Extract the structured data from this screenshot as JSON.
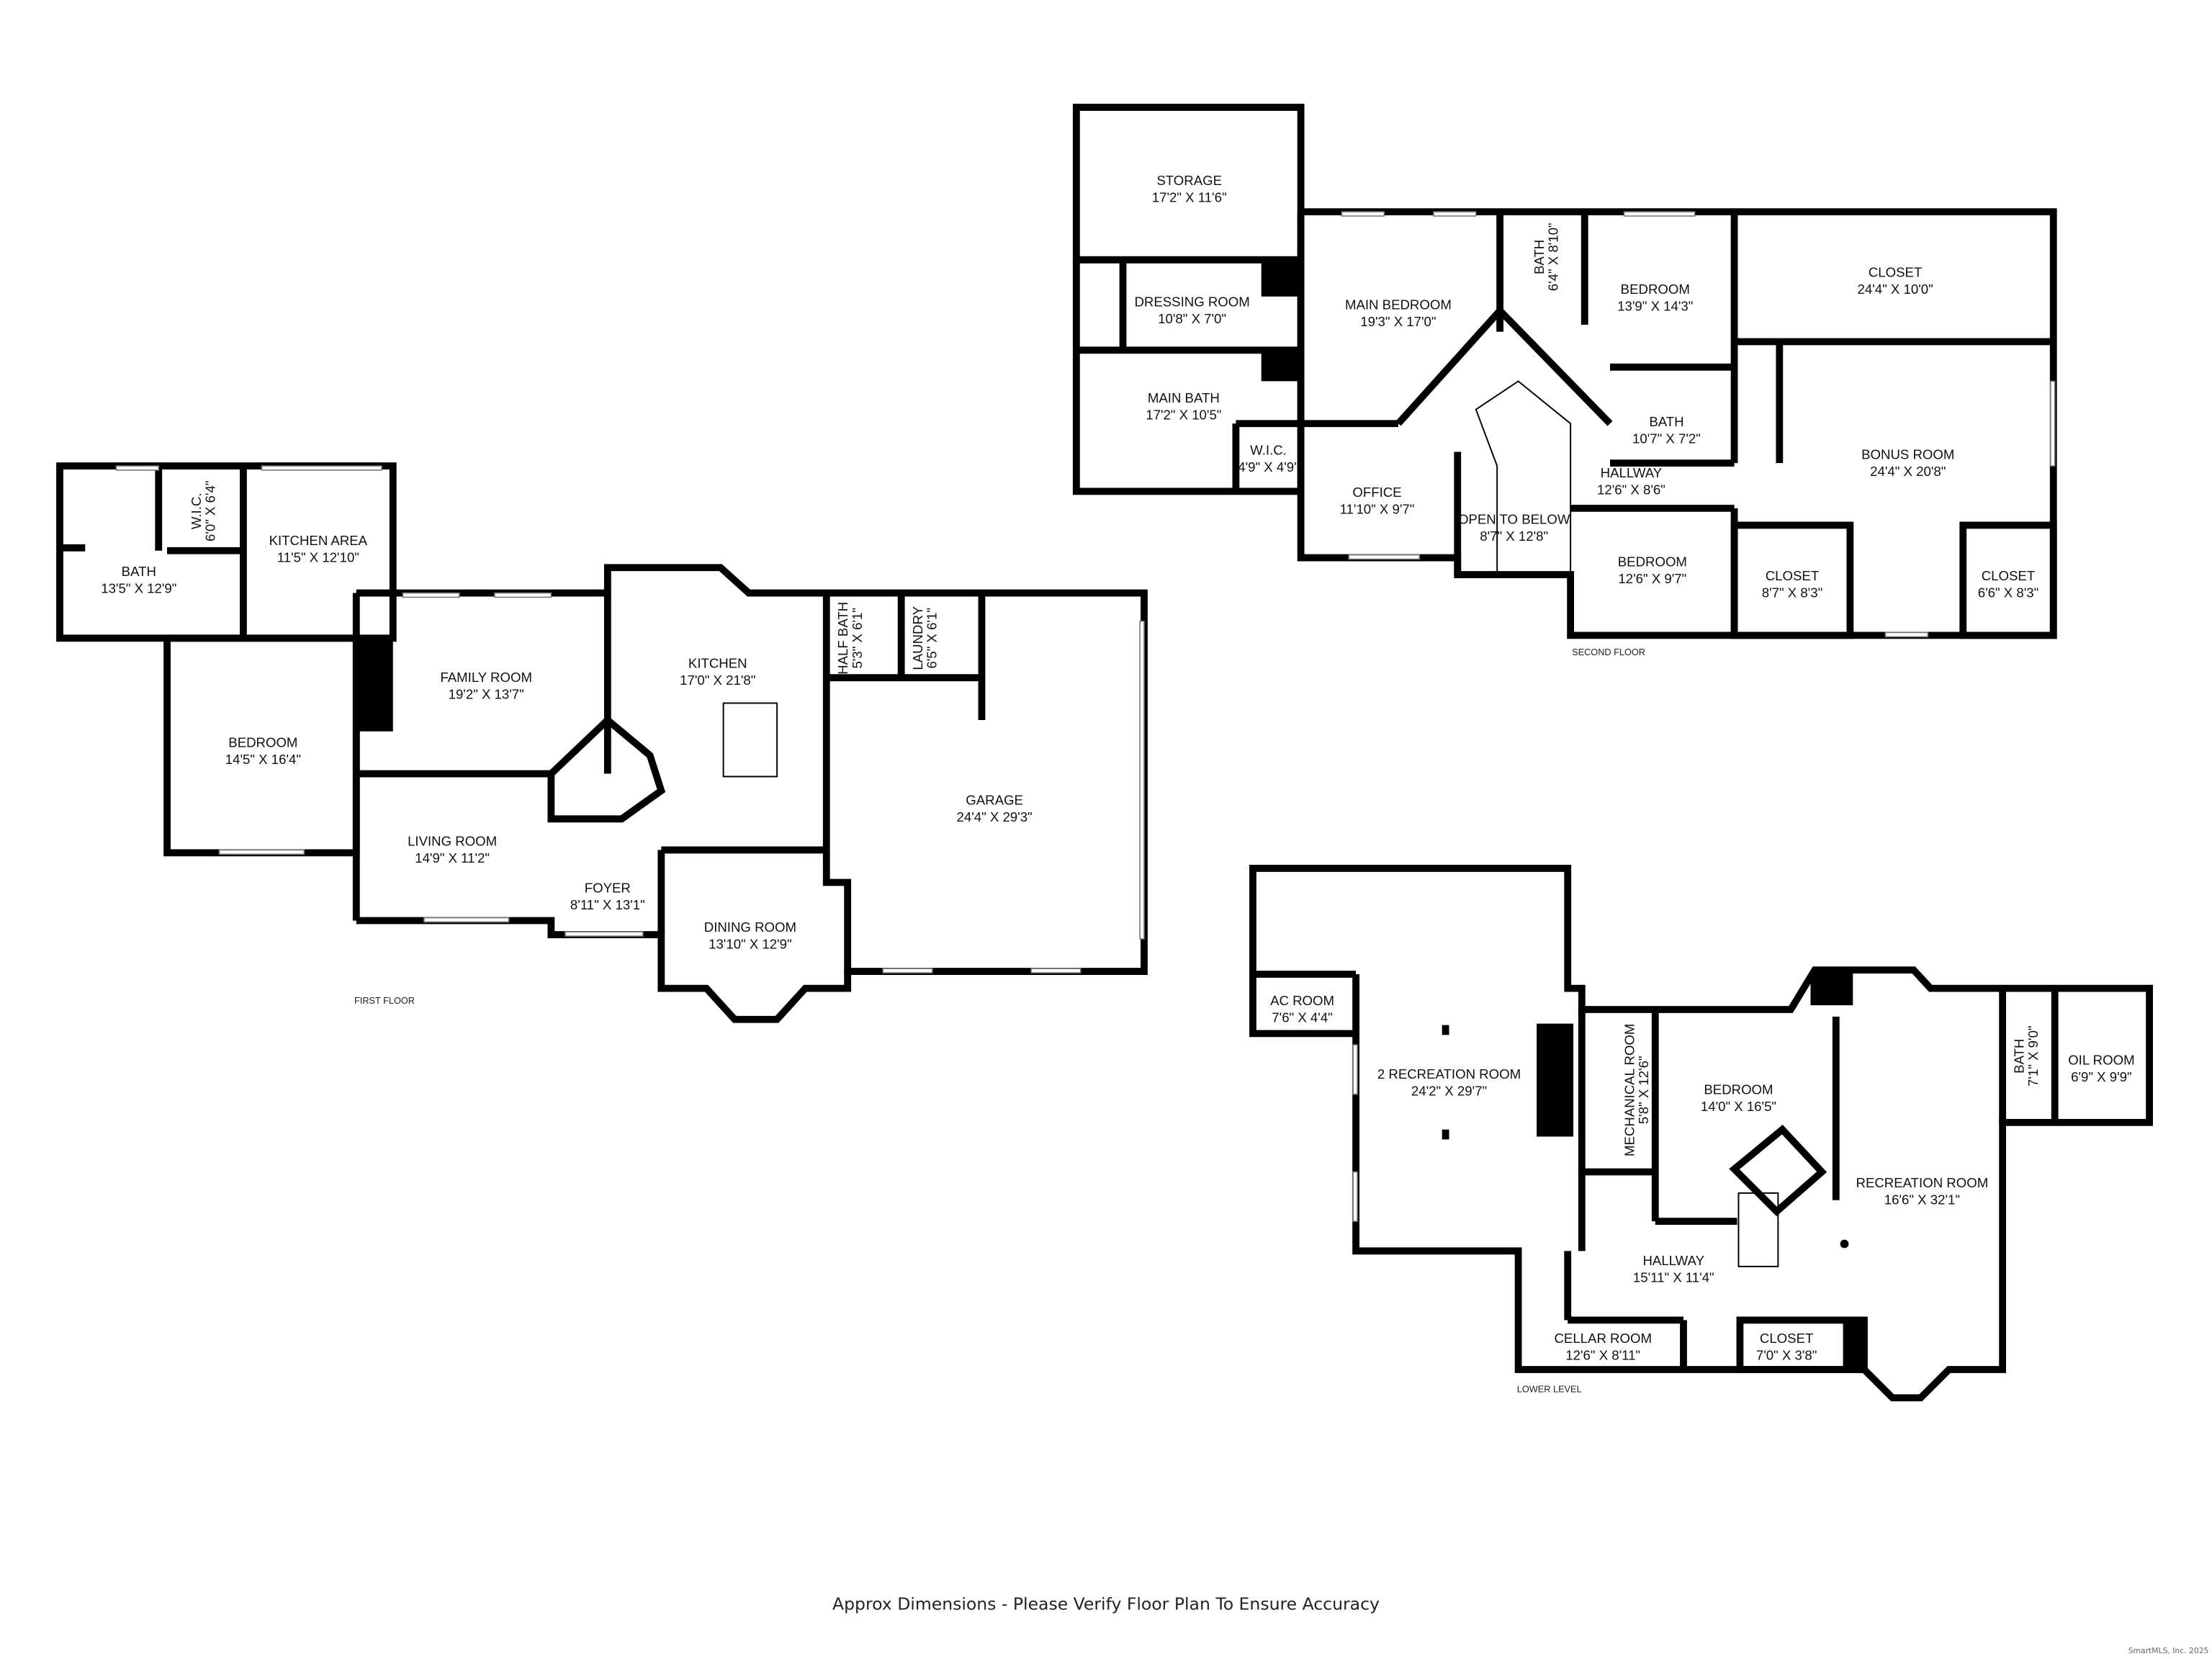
{
  "first_floor": {
    "label": "FIRST FLOOR",
    "rooms": [
      {
        "name": "BATH",
        "dims": "13'5\" X 12'9\""
      },
      {
        "name": "W.I.C.",
        "dims": "6'0\" X 6'4\""
      },
      {
        "name": "KITCHEN AREA",
        "dims": "11'5\" X 12'10\""
      },
      {
        "name": "BEDROOM",
        "dims": "14'5\" X 16'4\""
      },
      {
        "name": "FAMILY ROOM",
        "dims": "19'2\" X 13'7\""
      },
      {
        "name": "KITCHEN",
        "dims": "17'0\" X 21'8\""
      },
      {
        "name": "HALF BATH",
        "dims": "5'3\" X 6'1\""
      },
      {
        "name": "LAUNDRY",
        "dims": "6'5\" X 6'1\""
      },
      {
        "name": "GARAGE",
        "dims": "24'4\" X 29'3\""
      },
      {
        "name": "LIVING ROOM",
        "dims": "14'9\" X 11'2\""
      },
      {
        "name": "FOYER",
        "dims": "8'11\" X 13'1\""
      },
      {
        "name": "DINING ROOM",
        "dims": "13'10\" X 12'9\""
      }
    ]
  },
  "second_floor": {
    "label": "SECOND FLOOR",
    "rooms": [
      {
        "name": "STORAGE",
        "dims": "17'2\" X 11'6\""
      },
      {
        "name": "DRESSING ROOM",
        "dims": "10'8\" X 7'0\""
      },
      {
        "name": "MAIN BATH",
        "dims": "17'2\" X 10'5\""
      },
      {
        "name": "W.I.C.",
        "dims": "4'9\" X 4'9\""
      },
      {
        "name": "MAIN BEDROOM",
        "dims": "19'3\" X 17'0\""
      },
      {
        "name": "OFFICE",
        "dims": "11'10\" X 9'7\""
      },
      {
        "name": "BATH",
        "dims": "6'4\" X 8'10\""
      },
      {
        "name": "BEDROOM",
        "dims": "13'9\" X 14'3\""
      },
      {
        "name": "CLOSET",
        "dims": "24'4\" X 10'0\""
      },
      {
        "name": "BATH",
        "dims": "10'7\" X 7'2\""
      },
      {
        "name": "HALLWAY",
        "dims": "12'6\" X 8'6\""
      },
      {
        "name": "OPEN TO BELOW",
        "dims": "8'7\" X 12'8\""
      },
      {
        "name": "BONUS ROOM",
        "dims": "24'4\" X 20'8\""
      },
      {
        "name": "BEDROOM",
        "dims": "12'6\" X 9'7\""
      },
      {
        "name": "CLOSET",
        "dims": "8'7\" X 8'3\""
      },
      {
        "name": "CLOSET",
        "dims": "6'6\" X 8'3\""
      }
    ]
  },
  "lower_level": {
    "label": "LOWER LEVEL",
    "rooms": [
      {
        "name": "AC ROOM",
        "dims": "7'6\" X 4'4\""
      },
      {
        "name": "2 RECREATION ROOM",
        "dims": "24'2\" X 29'7\""
      },
      {
        "name": "MECHANICAL ROOM",
        "dims": "5'8\" X 12'6\""
      },
      {
        "name": "BEDROOM",
        "dims": "14'0\" X 16'5\""
      },
      {
        "name": "BATH",
        "dims": "7'1\" X 9'0\""
      },
      {
        "name": "OIL ROOM",
        "dims": "6'9\" X 9'9\""
      },
      {
        "name": "RECREATION ROOM",
        "dims": "16'6\" X 32'1\""
      },
      {
        "name": "HALLWAY",
        "dims": "15'11\" X 11'4\""
      },
      {
        "name": "CELLAR ROOM",
        "dims": "12'6\" X 8'11\""
      },
      {
        "name": "CLOSET",
        "dims": "7'0\" X 3'8\""
      }
    ]
  },
  "footer": {
    "disclaimer": "Approx Dimensions - Please Verify Floor Plan To Ensure Accuracy",
    "copyright": "SmartMLS, Inc. 2025"
  }
}
